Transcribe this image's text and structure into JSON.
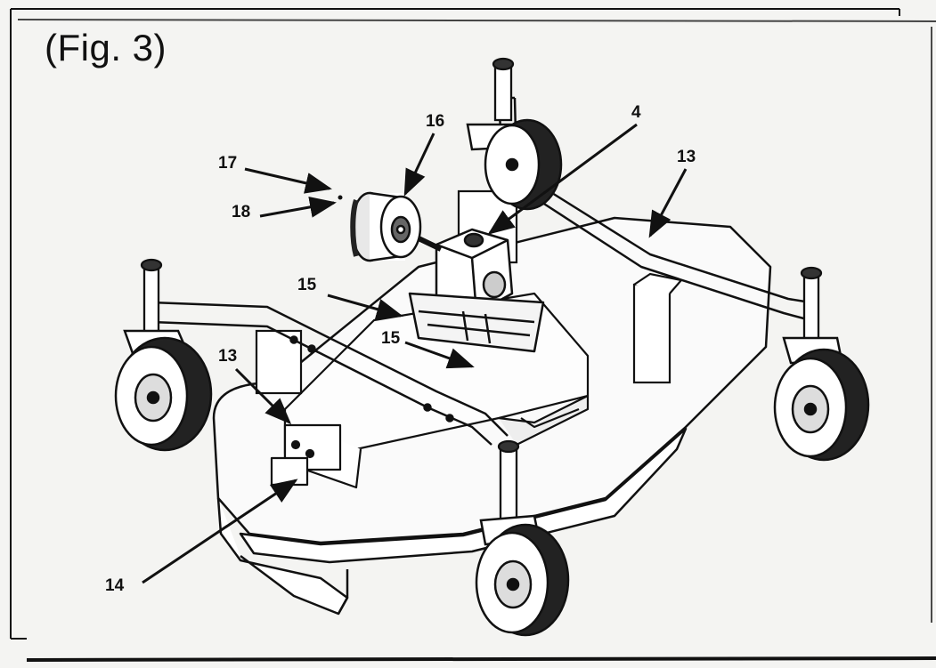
{
  "figure": {
    "title": "(Fig. 3)",
    "callouts": {
      "c4": "4",
      "c13_right": "13",
      "c13_left": "13",
      "c14": "14",
      "c15_upper": "15",
      "c15_lower": "15",
      "c16": "16",
      "c17": "17",
      "c18": "18"
    }
  }
}
